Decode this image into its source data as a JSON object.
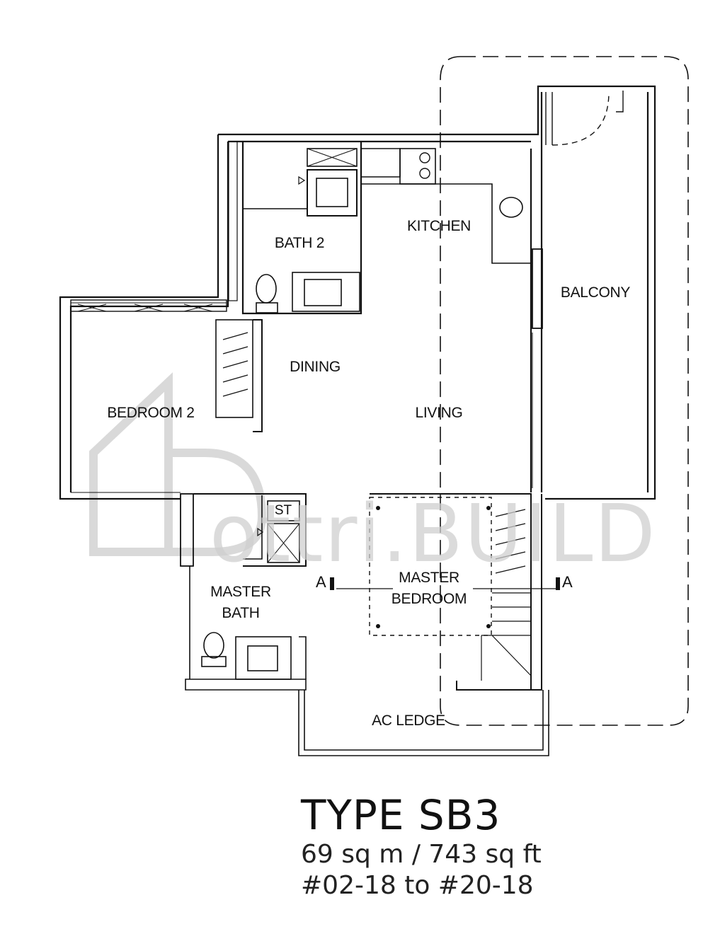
{
  "rooms": {
    "kitchen": "KITCHEN",
    "bath2": "BATH 2",
    "balcony": "BALCONY",
    "dining": "DINING",
    "bedroom2": "BEDROOM 2",
    "living": "LIVING",
    "store": "ST",
    "master_bath": "MASTER\nBATH",
    "master_bedroom": "MASTER\nBEDROOM",
    "ac_ledge": "AC LEDGE"
  },
  "section_marker": {
    "left": "A",
    "right": "A"
  },
  "watermark": "ottri.BUILD",
  "unit_info": {
    "type": "TYPE SB3",
    "area": "69 sq m / 743 sq ft",
    "units": "#02-18 to #20-18"
  }
}
